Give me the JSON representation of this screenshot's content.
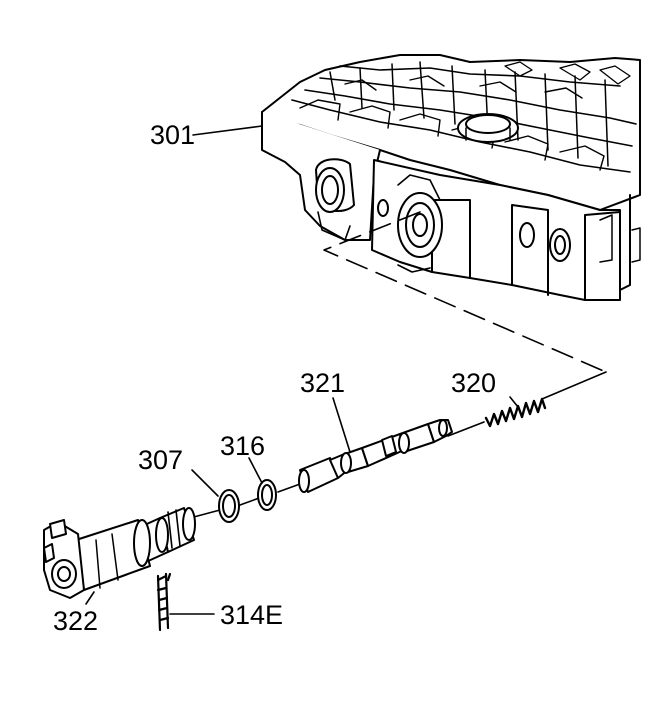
{
  "callouts": {
    "c301": "301",
    "c321": "321",
    "c320": "320",
    "c307": "307",
    "c316": "316",
    "c322": "322",
    "c314e": "314E"
  }
}
